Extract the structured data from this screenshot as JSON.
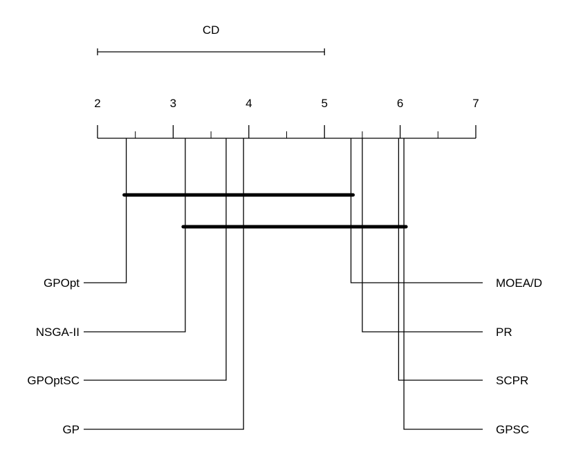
{
  "chart_data": {
    "type": "critical-difference",
    "cd_label": "CD",
    "cd_value": 3.0,
    "cd_range": [
      2,
      5
    ],
    "axis": {
      "min": 2,
      "max": 7,
      "ticks": [
        2,
        3,
        4,
        5,
        6,
        7
      ],
      "tick_labels": [
        "2",
        "3",
        "4",
        "5",
        "6",
        "7"
      ],
      "minor_ticks": [
        2.5,
        3.5,
        4.5,
        5.5,
        6.5
      ]
    },
    "methods_left": [
      {
        "name": "GPOpt",
        "rank": 2.38
      },
      {
        "name": "NSGA-II",
        "rank": 3.16
      },
      {
        "name": "GPOptSC",
        "rank": 3.7
      },
      {
        "name": "GP",
        "rank": 3.93
      }
    ],
    "methods_right": [
      {
        "name": "MOEA/D",
        "rank": 5.35
      },
      {
        "name": "PR",
        "rank": 5.5
      },
      {
        "name": "SCPR",
        "rank": 5.98
      },
      {
        "name": "GPSC",
        "rank": 6.05
      }
    ],
    "cliques": [
      {
        "from": 2.38,
        "to": 5.35
      },
      {
        "from": 3.16,
        "to": 6.05
      }
    ]
  }
}
